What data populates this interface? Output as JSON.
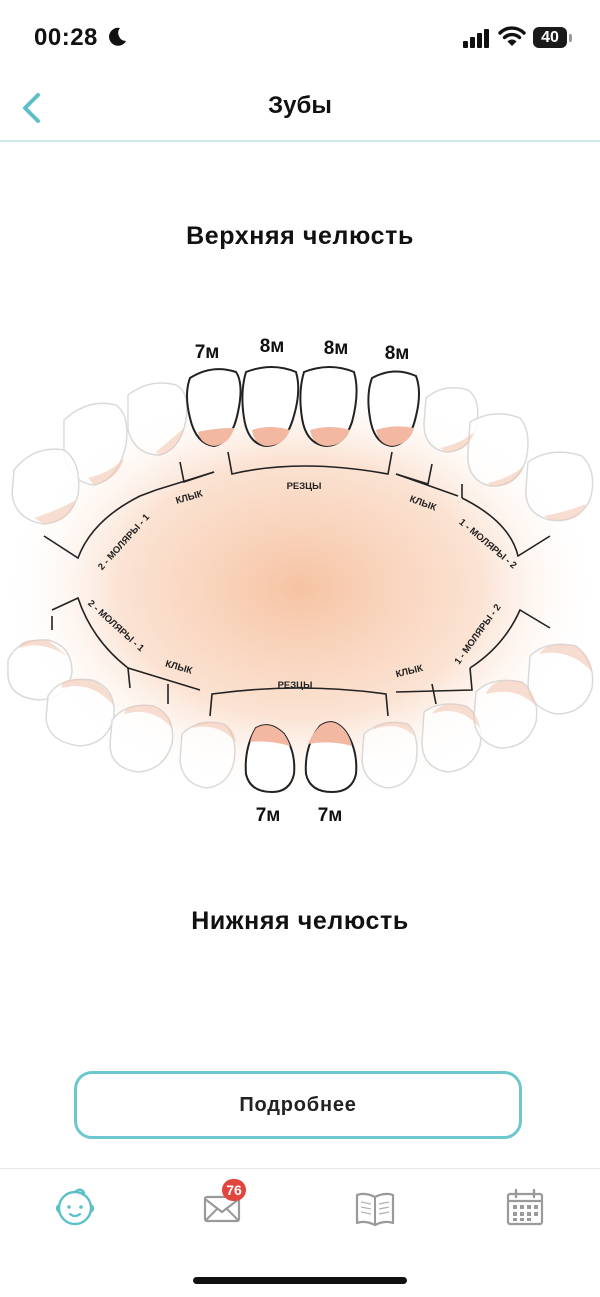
{
  "status": {
    "time": "00:28",
    "battery": "40"
  },
  "header": {
    "title": "Зубы"
  },
  "jaw": {
    "upper_title": "Верхняя челюсть",
    "lower_title": "Нижняя челюсть"
  },
  "upper": {
    "ages": [
      "7м",
      "8м",
      "8м",
      "8м"
    ],
    "labels": {
      "incisors": "РЕЗЦЫ",
      "canine_left": "КЛЫК",
      "canine_right": "КЛЫК",
      "molars_1": "1 - МОЛЯРЫ - 2",
      "molars_2": "2 - МОЛЯРЫ - 1"
    }
  },
  "lower": {
    "ages": [
      "7м",
      "7м"
    ],
    "labels": {
      "incisors": "РЕЗЦЫ",
      "canine_left": "КЛЫК",
      "canine_right": "КЛЫК",
      "molars_left": "2 - МОЛЯРЫ - 1",
      "molars_right": "1 - МОЛЯРЫ - 2"
    }
  },
  "more_button": {
    "label": "Подробнее"
  },
  "tabs": {
    "messages_badge": "76"
  },
  "colors": {
    "accent": "#6cc7cf",
    "gum": "#f2c2ad",
    "badge": "#e0463e"
  },
  "icons": [
    "moon-icon",
    "signal-icon",
    "wifi-icon",
    "battery-icon",
    "back-chevron-icon",
    "baby-face-icon",
    "envelope-icon",
    "book-icon",
    "calendar-icon"
  ]
}
